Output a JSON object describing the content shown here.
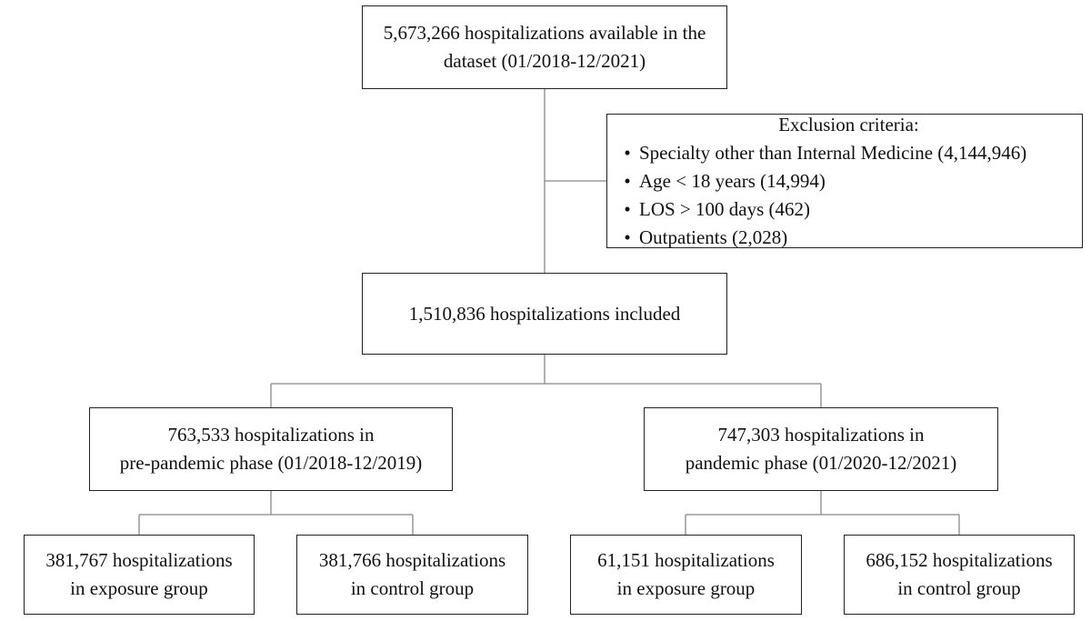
{
  "boxes": {
    "dataset": [
      "5,673,266 hospitalizations available in the",
      "dataset (01/2018-12/2021)"
    ],
    "included": [
      "1,510,836 hospitalizations included"
    ],
    "pre_pandemic": [
      "763,533 hospitalizations in",
      "pre-pandemic phase (01/2018-12/2019)"
    ],
    "pandemic": [
      "747,303 hospitalizations in",
      "pandemic phase (01/2020-12/2021)"
    ],
    "pre_exposure": [
      "381,767 hospitalizations",
      "in exposure group"
    ],
    "pre_control": [
      "381,766 hospitalizations",
      "in control group"
    ],
    "pan_exposure": [
      "61,151 hospitalizations",
      "in exposure group"
    ],
    "pan_control": [
      "686,152 hospitalizations",
      "in control group"
    ]
  },
  "exclusion": {
    "title": "Exclusion criteria:",
    "bullet": "•",
    "items": [
      "Specialty other than Internal Medicine (4,144,946)",
      "Age < 18 years (14,994)",
      "LOS > 100 days (462)",
      "Outpatients (2,028)"
    ]
  }
}
